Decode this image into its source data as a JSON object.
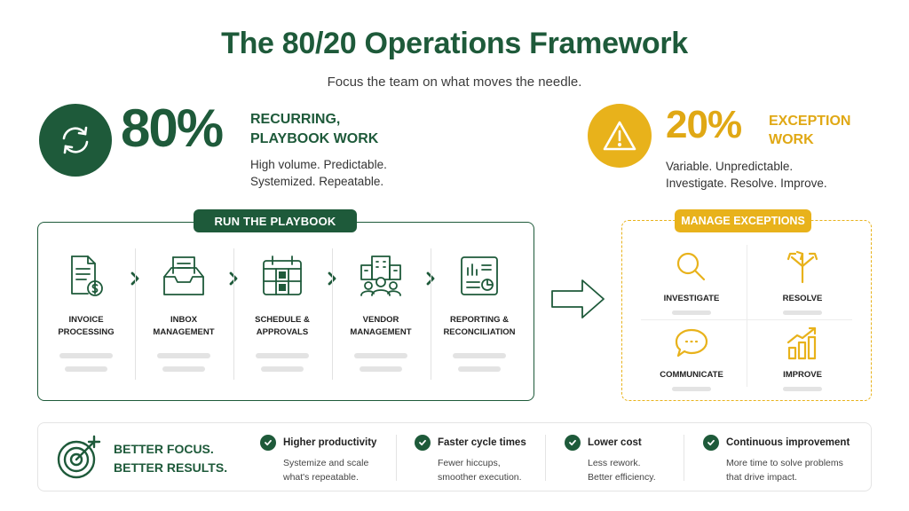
{
  "title": "The 80/20 Operations Framework",
  "subtitle": "Focus the team on what moves the needle.",
  "left_stat": {
    "icon": "recycle-arrows-icon",
    "percent": "80%",
    "heading_line1": "RECURRING,",
    "heading_line2": "PLAYBOOK WORK",
    "desc_line1": "High volume. Predictable.",
    "desc_line2": "Systemized. Repeatable.",
    "color": "#1e5a3a"
  },
  "right_stat": {
    "icon": "warning-triangle-icon",
    "percent": "20%",
    "heading_line1": "EXCEPTION",
    "heading_line2": "WORK",
    "desc_line1": "Variable. Unpredictable.",
    "desc_line2": "Investigate. Resolve. Improve.",
    "color": "#e8b21b"
  },
  "playbook": {
    "tag": "RUN THE PLAYBOOK",
    "steps": [
      {
        "icon": "invoice-icon",
        "line1": "INVOICE",
        "line2": "PROCESSING"
      },
      {
        "icon": "inbox-icon",
        "line1": "INBOX",
        "line2": "MANAGEMENT"
      },
      {
        "icon": "calendar-icon",
        "line1": "SCHEDULE &",
        "line2": "APPROVALS"
      },
      {
        "icon": "vendor-building-icon",
        "line1": "VENDOR",
        "line2": "MANAGEMENT"
      },
      {
        "icon": "report-chart-icon",
        "line1": "REPORTING &",
        "line2": "RECONCILIATION"
      }
    ]
  },
  "exceptions": {
    "tag": "MANAGE EXCEPTIONS",
    "items": [
      {
        "icon": "magnifier-icon",
        "label": "INVESTIGATE"
      },
      {
        "icon": "split-arrows-icon",
        "label": "RESOLVE"
      },
      {
        "icon": "chat-bubble-icon",
        "label": "COMMUNICATE"
      },
      {
        "icon": "growth-chart-icon",
        "label": "IMPROVE"
      }
    ]
  },
  "bottom": {
    "icon": "target-icon",
    "focus_line1": "BETTER FOCUS.",
    "focus_line2": "BETTER RESULTS.",
    "benefits": [
      {
        "name": "Higher productivity",
        "line1": "Systemize and scale",
        "line2": "what's repeatable."
      },
      {
        "name": "Faster cycle times",
        "line1": "Fewer hiccups,",
        "line2": "smoother execution."
      },
      {
        "name": "Lower cost",
        "line1": "Less rework.",
        "line2": "Better efficiency."
      },
      {
        "name": "Continuous improvement",
        "line1": "More time to solve problems",
        "line2": "that drive impact."
      }
    ]
  }
}
